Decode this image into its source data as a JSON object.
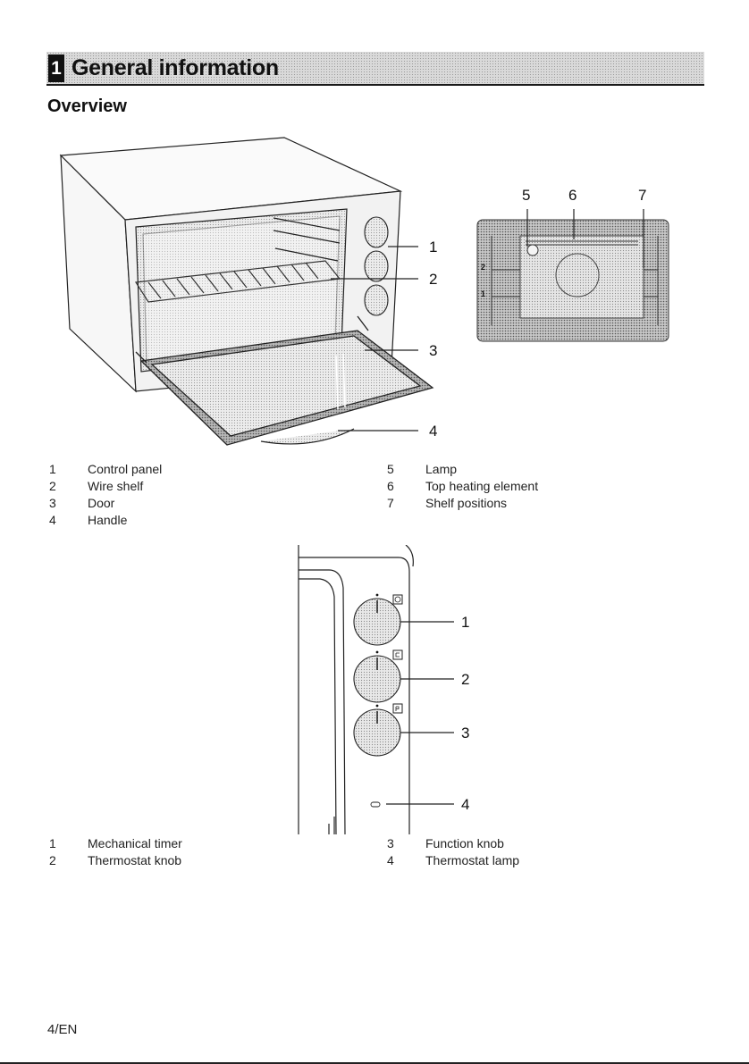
{
  "header": {
    "chapter_number": "1",
    "chapter_title": "General information"
  },
  "section": {
    "title": "Overview"
  },
  "oven_figure": {
    "callouts": [
      "1",
      "2",
      "3",
      "4"
    ]
  },
  "cavity_figure": {
    "callouts": [
      "5",
      "6",
      "7"
    ],
    "shelf_marks": [
      "2",
      "1"
    ]
  },
  "panel_figure": {
    "callouts": [
      "1",
      "2",
      "3",
      "4"
    ]
  },
  "legend_overview": {
    "left": [
      {
        "num": "1",
        "label": "Control panel"
      },
      {
        "num": "2",
        "label": "Wire shelf"
      },
      {
        "num": "3",
        "label": "Door"
      },
      {
        "num": "4",
        "label": "Handle"
      }
    ],
    "right": [
      {
        "num": "5",
        "label": "Lamp"
      },
      {
        "num": "6",
        "label": "Top heating element"
      },
      {
        "num": "7",
        "label": "Shelf positions"
      }
    ]
  },
  "legend_panel": {
    "left": [
      {
        "num": "1",
        "label": "Mechanical timer"
      },
      {
        "num": "2",
        "label": "Thermostat knob"
      }
    ],
    "right": [
      {
        "num": "3",
        "label": "Function knob"
      },
      {
        "num": "4",
        "label": "Thermostat lamp"
      }
    ]
  },
  "footer": {
    "page_label": "4/EN"
  }
}
